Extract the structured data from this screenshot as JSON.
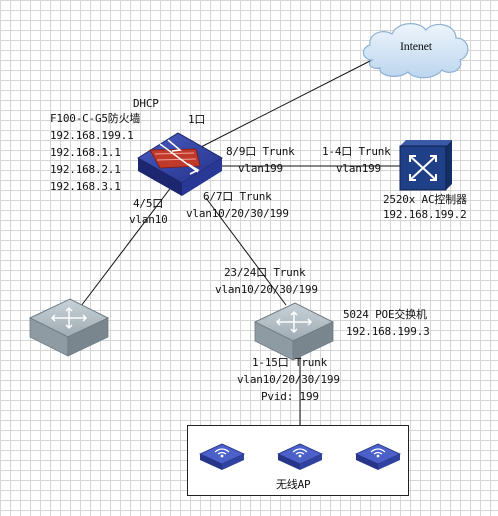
{
  "cloud": {
    "label": "Intenet"
  },
  "firewall": {
    "protocol": "DHCP",
    "name": "F100-C-G5防火墙",
    "ips": [
      "192.168.199.1",
      "192.168.1.1",
      "192.168.2.1",
      "192.168.3.1"
    ],
    "port_wan": "1口"
  },
  "link_fw_ac": {
    "fw_side_port": "8/9口 Trunk",
    "fw_side_vlan": "vlan199",
    "ac_side_port": "1-4口 Trunk",
    "ac_side_vlan": "vlan199"
  },
  "ac": {
    "name": "2520x AC控制器",
    "ip": "192.168.199.2"
  },
  "link_fw_left": {
    "port": "4/5口",
    "vlan": "vlan10"
  },
  "link_fw_poe": {
    "fw_side_port": "6/7口 Trunk",
    "fw_side_vlan": "vlan10/20/30/199",
    "sw_side_port": "23/24口 Trunk",
    "sw_side_vlan": "vlan10/20/30/199"
  },
  "poe_switch": {
    "name": "5024 POE交换机",
    "ip": "192.168.199.3"
  },
  "link_poe_ap": {
    "port": "1-15口 Trunk",
    "vlan": "vlan10/20/30/199",
    "pvid": "Pvid: 199"
  },
  "ap_group": {
    "label": "无线AP"
  },
  "colors": {
    "firewall_blue": "#2e3d9c",
    "ac_blue": "#1f3f86",
    "switch_gray": "#aeb9c0",
    "ap_blue": "#3b4fb8",
    "cloud_blue": "#cfe3f4"
  }
}
